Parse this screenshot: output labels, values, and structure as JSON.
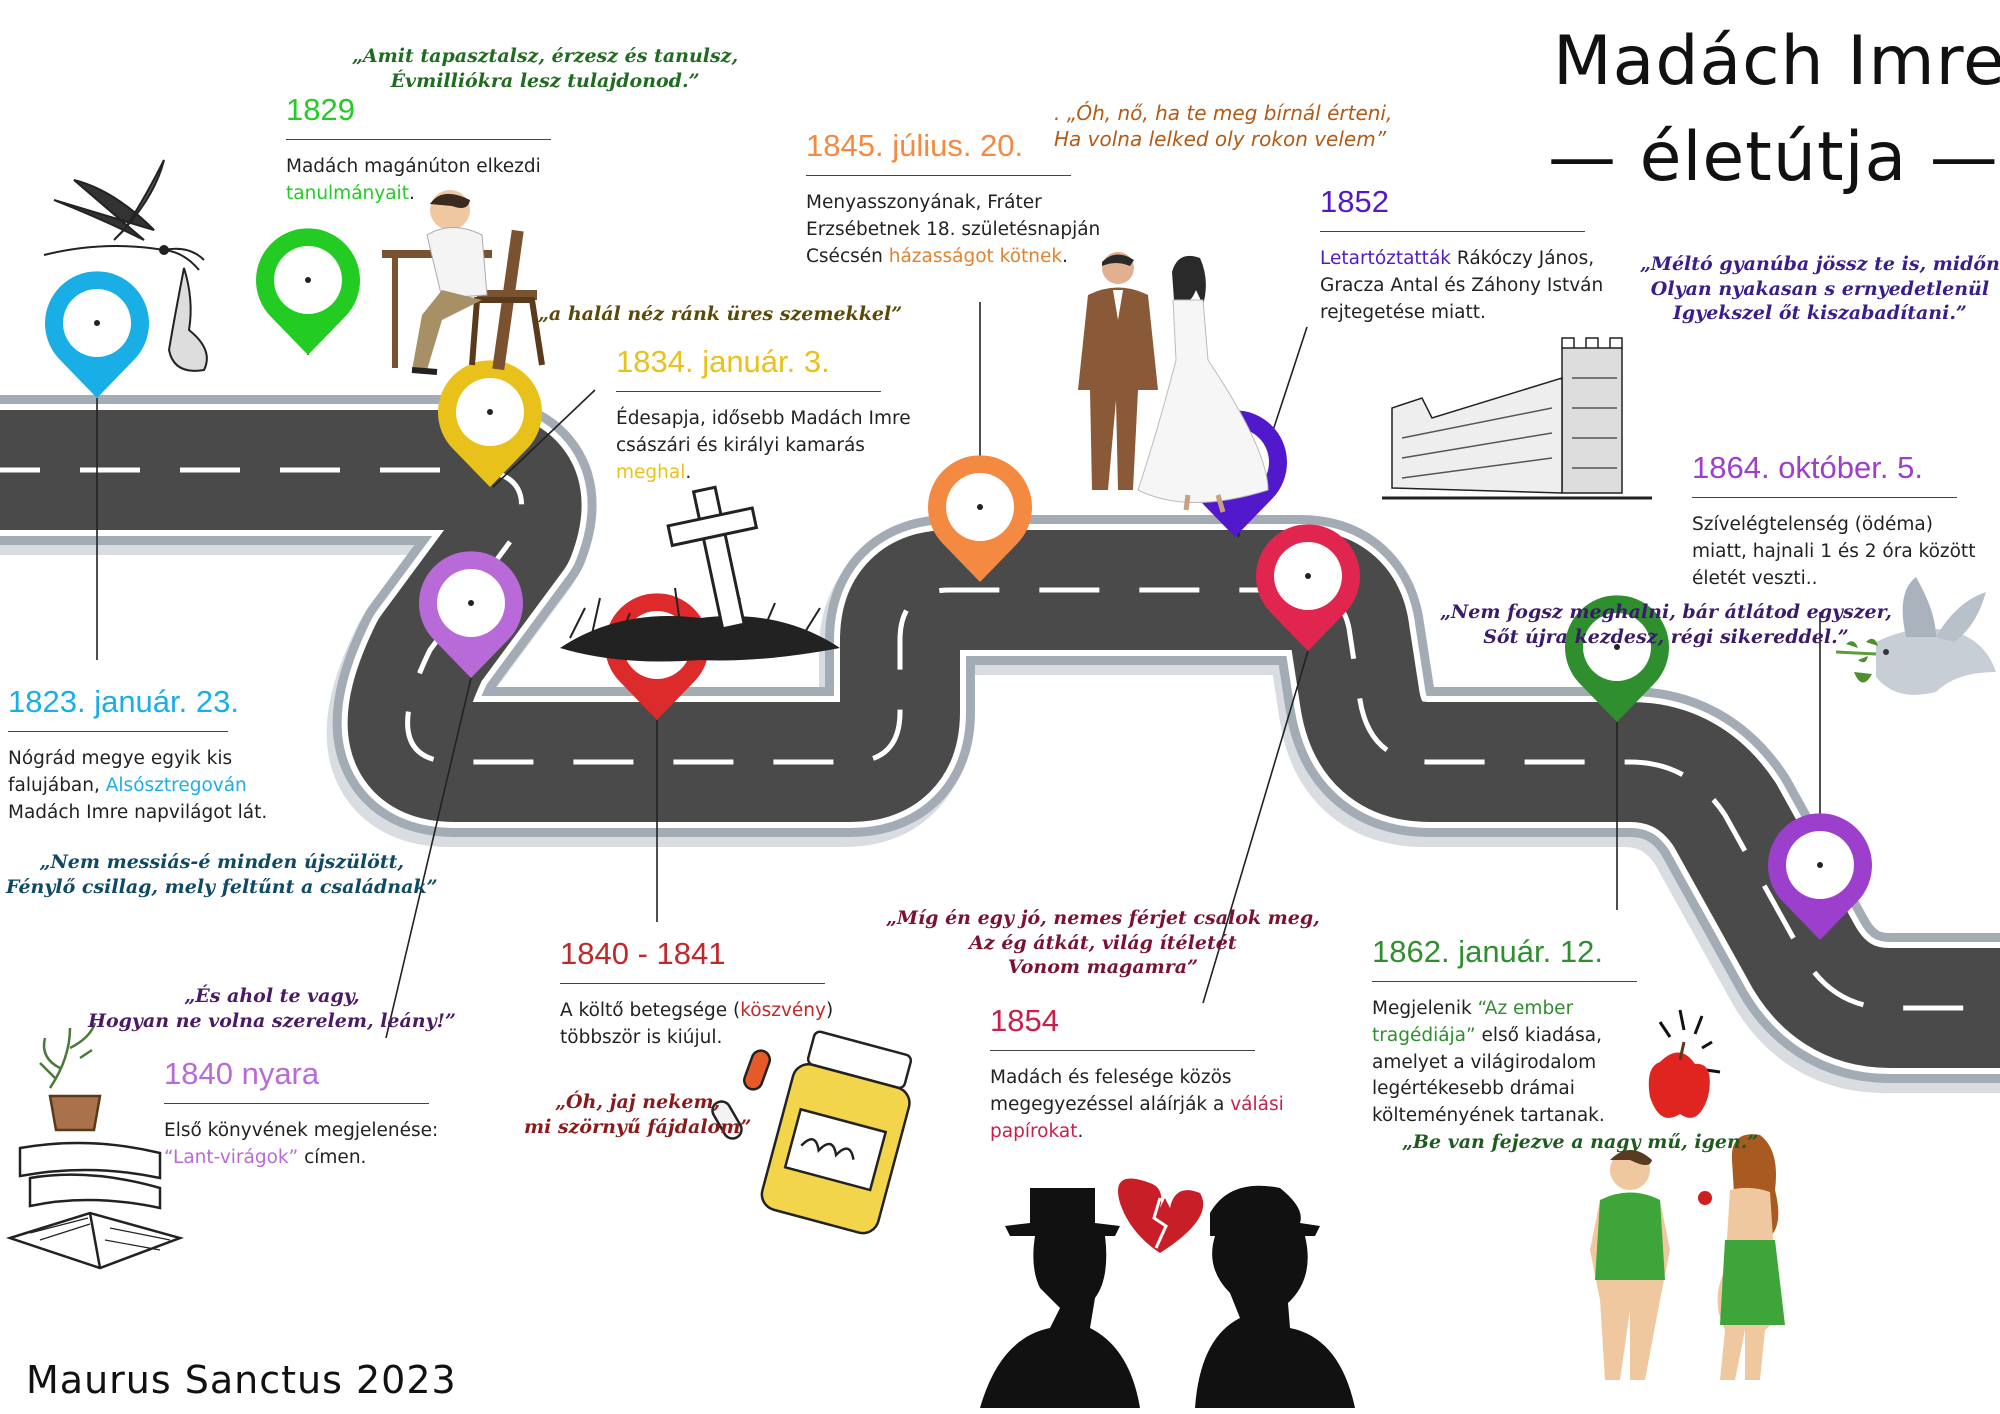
{
  "title": {
    "line1": "Madách Imre",
    "line2": "— életútja —"
  },
  "signature": "Maurus Sanctus 2023",
  "colors": {
    "road": "#4a4a4a",
    "road_border": "#a3acb5",
    "lane": "#ffffff",
    "e1823": "#1aaee6",
    "e1829": "#22cc22",
    "e1834": "#e8c21a",
    "e1840n": "#b86ad8",
    "e1840": "#dd2a2a",
    "e1845": "#f48a42",
    "e1852": "#5218cc",
    "e1854": "#e0264e",
    "e1862": "#2f8f2f",
    "e1864": "#9b3fcc"
  },
  "events": [
    {
      "id": "e1823",
      "date": "1823. január. 23.",
      "desc": [
        "Nógrád megye egyik kis falujában, ",
        "Alsósztregován",
        " Madách Imre napvilágot lát."
      ]
    },
    {
      "id": "e1829",
      "date": "1829",
      "desc": [
        "Madách magánúton elkezdi ",
        "tanulmányait",
        "."
      ]
    },
    {
      "id": "e1834",
      "date": "1834. január. 3.",
      "desc": [
        "Édesapja, idősebb Madách Imre császári és királyi kamarás ",
        "meghal",
        "."
      ]
    },
    {
      "id": "e1840n",
      "date": "1840 nyara",
      "desc": [
        "Első könyvének megjelenése: ",
        "“Lant-virágok”",
        " címen."
      ]
    },
    {
      "id": "e1840",
      "date": "1840 - 1841",
      "desc": [
        "A költő betegsége (",
        "köszvény",
        ") többször is kiújul."
      ]
    },
    {
      "id": "e1845",
      "date": "1845. július. 20.",
      "desc": [
        "Menyasszonyának, Fráter Erzsébetnek 18. születésnapján Csécsén ",
        "házasságot kötnek",
        "."
      ]
    },
    {
      "id": "e1852",
      "date": "1852",
      "desc": [
        "",
        "Letartóztatták",
        " Rákóczy János, Gracza Antal és Záhony István rejtegetése miatt."
      ]
    },
    {
      "id": "e1854",
      "date": "1854",
      "desc": [
        "Madách és felesége közös megegyezéssel aláírják a ",
        "válási papírokat",
        "."
      ]
    },
    {
      "id": "e1862",
      "date": "1862. január. 12.",
      "desc": [
        "Megjelenik ",
        "“Az ember tragédiája”",
        " első kiadása, amelyet a világirodalom legértékesebb drámai költeményének tartanak."
      ]
    },
    {
      "id": "e1864",
      "date": "1864. október. 5.",
      "desc": [
        "Szívelégtelenség (ödéma) miatt, hajnali 1 és 2 óra között életét veszti..",
        "",
        ""
      ]
    }
  ],
  "quotes": {
    "q1829": "„Amit tapasztalsz, érzesz és tanulsz,\nÉvmilliókra lesz tulajdonod.”",
    "q1834": "„a halál néz ránk üres szemekkel”",
    "q1845": ". „Óh, nő, ha te meg bírnál érteni,\nHa volna lelked oly rokon velem”",
    "q1852": "„Méltó gyanúba jössz te is, midőn\nOlyan nyakasan s ernyedetlenül\nIgyekszel őt kiszabadítani.”",
    "q1823": "„Nem messiás-é minden újszülött,\nFénylő csillag, mely feltűnt a családnak”",
    "q1840n": "„És ahol te vagy,\nHogyan ne volna szerelem, leány!”",
    "q1840": "„Óh, jaj nekem,\nmi szörnyű fájdalom”",
    "q1854": "„Míg én egy jó, nemes férjet csalok meg,\nAz ég átkát, világ ítéletét\nVonom magamra”",
    "q1864": "„Nem fogsz meghalni, bár átlátod egyszer,\nSőt újra kezdesz, régi sikereddel.”",
    "q1862": "„Be van fejezve a nagy mű, igen.”"
  },
  "icons": [
    "stork-icon",
    "student-writing-icon",
    "grave-cross-icon",
    "wedding-couple-icon",
    "castle-icon",
    "dove-icon",
    "books-plant-icon",
    "pills-bottle-icon",
    "silhouettes-broken-heart-icon",
    "apple-icon",
    "adam-eve-icon"
  ]
}
